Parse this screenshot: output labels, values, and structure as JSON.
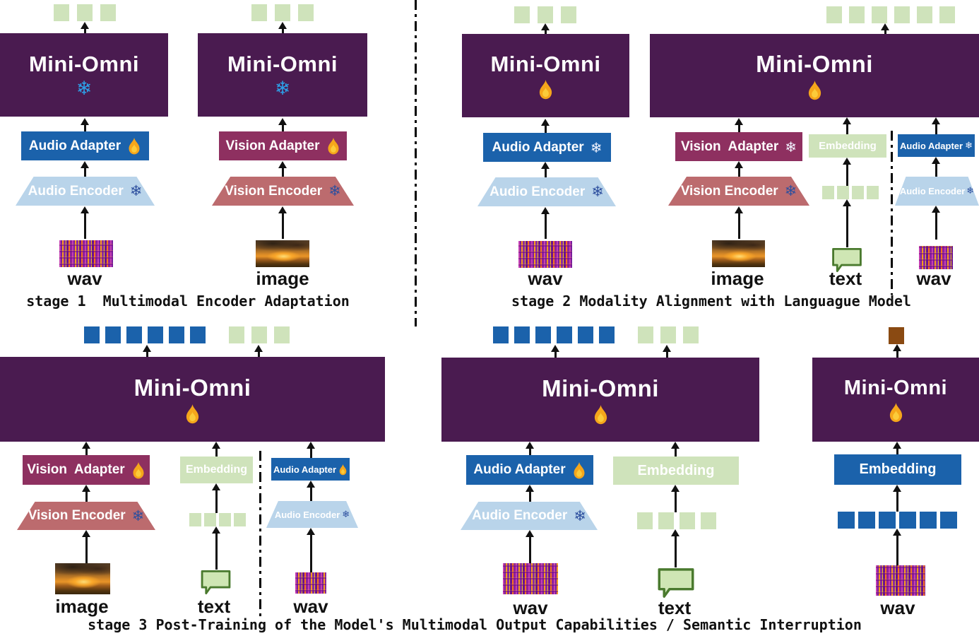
{
  "labels": {
    "model": "Mini-Omni",
    "audio_adapter": "Audio Adapter",
    "audio_encoder": "Audio Encoder",
    "vision_adapter": "Vision Adapter",
    "vision_adapter_sp": "Vision  Adapter",
    "vision_encoder": "Vision Encoder",
    "embedding": "Embedding",
    "wav": "wav",
    "image": "image",
    "text": "text"
  },
  "captions": {
    "stage1": "stage 1  Multimodal Encoder Adaptation",
    "stage2": "stage 2 Modality Alignment with Languague Model",
    "stage3": "stage 3 Post-Training of the Model's Multimodal Output Capabilities / Semantic Interruption"
  },
  "icons": {
    "snowflake": "❄",
    "snowflake_meaning": "frozen",
    "flame_meaning": "trainable"
  },
  "colors": {
    "model_purple": "#4a1b50",
    "adapter_blue": "#1b62ab",
    "encoder_light_blue": "#b9d4ea",
    "vision_adapter_magenta": "#8e3060",
    "vision_encoder_rose": "#bc6b6e",
    "token_green": "#cfe3bb",
    "token_blue": "#1b62ab",
    "token_brown": "#8a4a12",
    "snowflake_azure": "#2da0e8",
    "snowflake_navy": "#2d4f9e",
    "flame_orange": "#f5a61b"
  },
  "tokens": {
    "s1_audio_out": {
      "count": 3,
      "color": "#cfe3bb"
    },
    "s1_vision_out": {
      "count": 3,
      "color": "#cfe3bb"
    },
    "s2_audio_out": {
      "count": 3,
      "color": "#cfe3bb"
    },
    "s2_main_out": {
      "count": 6,
      "color": "#cfe3bb"
    },
    "s2_text_in": {
      "count": 4,
      "color": "#cfe3bb"
    },
    "s3a_out_audio": {
      "count": 6,
      "color": "#1b62ab"
    },
    "s3a_out_text": {
      "count": 3,
      "color": "#cfe3bb"
    },
    "s3a_text_in": {
      "count": 4,
      "color": "#cfe3bb"
    },
    "s3b_out_audio": {
      "count": 6,
      "color": "#1b62ab"
    },
    "s3b_out_text": {
      "count": 3,
      "color": "#cfe3bb"
    },
    "s3b_text_in": {
      "count": 4,
      "color": "#cfe3bb"
    },
    "s3c_out": {
      "count": 1,
      "color": "#8a4a12"
    },
    "s3c_wav_in": {
      "count": 6,
      "color": "#1b62ab"
    }
  },
  "panels": [
    {
      "stage": 1,
      "pipeline": "audio",
      "model_state": "frozen",
      "adapter": "Audio Adapter",
      "adapter_state": "trainable",
      "encoder": "Audio Encoder",
      "encoder_state": "frozen",
      "input": "wav",
      "output_tokens": 3
    },
    {
      "stage": 1,
      "pipeline": "vision",
      "model_state": "frozen",
      "adapter": "Vision Adapter",
      "adapter_state": "trainable",
      "encoder": "Vision Encoder",
      "encoder_state": "frozen",
      "input": "image",
      "output_tokens": 3
    },
    {
      "stage": 2,
      "pipeline": "audio",
      "model_state": "trainable",
      "adapter": "Audio Adapter",
      "adapter_state": "frozen",
      "encoder": "Audio Encoder",
      "encoder_state": "frozen",
      "input": "wav",
      "output_tokens": 3
    },
    {
      "stage": 2,
      "pipeline": "vision+text+audio",
      "model_state": "trainable",
      "adapters": [
        "Vision Adapter (frozen)",
        "Embedding",
        "Audio Adapter (frozen)"
      ],
      "encoders": [
        "Vision Encoder (frozen)",
        "Audio Encoder (frozen)"
      ],
      "inputs": [
        "image",
        "text",
        "wav"
      ],
      "output_tokens": 6
    },
    {
      "stage": 3,
      "pipeline": "vision+text+audio",
      "model_state": "trainable",
      "adapters": [
        "Vision Adapter (trainable)",
        "Embedding",
        "Audio Adapter (trainable)"
      ],
      "encoders": [
        "Vision Encoder (frozen)",
        "Audio Encoder (frozen)"
      ],
      "inputs": [
        "image",
        "text",
        "wav"
      ],
      "output_tokens": "6 blue + 3 green"
    },
    {
      "stage": 3,
      "pipeline": "audio+text",
      "model_state": "trainable",
      "adapters": [
        "Audio Adapter (trainable)",
        "Embedding"
      ],
      "encoders": [
        "Audio Encoder (frozen)"
      ],
      "inputs": [
        "wav",
        "text"
      ],
      "output_tokens": "6 blue + 3 green"
    },
    {
      "stage": 3,
      "pipeline": "wav tokens",
      "model_state": "trainable",
      "adapters": [
        "Embedding"
      ],
      "inputs": [
        "wav"
      ],
      "output_tokens": "1 brown"
    }
  ]
}
